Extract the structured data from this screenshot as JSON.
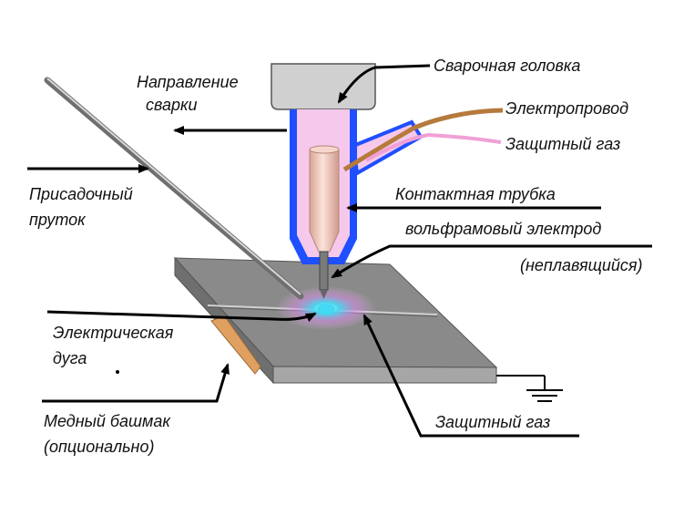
{
  "labels": {
    "welding_head": "Сварочная головка",
    "direction_line1": "Направление",
    "direction_line2": "сварки",
    "power_cable": "Электропровод",
    "shield_gas_top": "Защитный газ",
    "filler_line1": "Присадочный",
    "filler_line2": "пруток",
    "contact_tube": "Контактная трубка",
    "tungsten_line1": "вольфрамовый электрод",
    "tungsten_line2": "(неплавящийся)",
    "arc_line1": "Электрическая",
    "arc_line2": "дуга",
    "copper_line1": "Медный башмак",
    "copper_line2": "(опционально)",
    "shield_gas_bottom": "Защитный газ"
  },
  "colors": {
    "torch_body": "#f5c8ec",
    "gas_channel": "#1f4fff",
    "contact_tube": "#e8b9ad",
    "cable": "#b57a3c",
    "gas_hose": "#f0a0d6",
    "plate_top": "#8a8a8a",
    "plate_front": "#9c9c9c",
    "copper_shoe": "#e0a060",
    "arc": "#43d9f2",
    "head_cap": "#cfcfcf"
  },
  "icons": [
    "ground-symbol-icon",
    "direction-arrow-icon"
  ]
}
